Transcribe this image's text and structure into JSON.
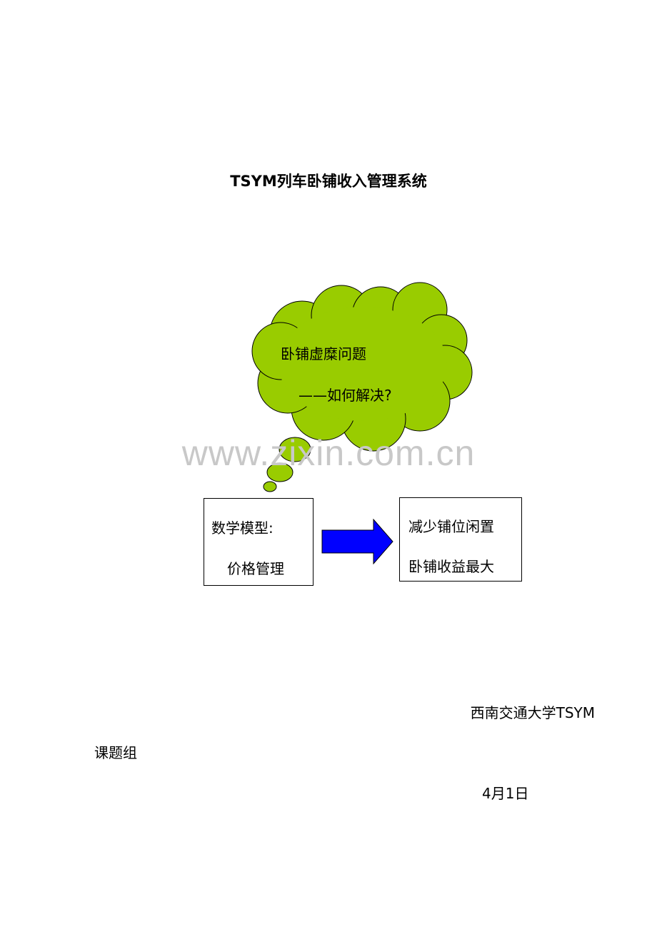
{
  "document": {
    "title": "TSYM列车卧铺收入管理系统",
    "cloud": {
      "line1": "卧铺虚糜问题",
      "line2": "——如何解决?",
      "fill": "#99cc00"
    },
    "left_box": {
      "line1": "数学模型:",
      "line2": "价格管理"
    },
    "right_box": {
      "line1": "减少铺位闲置",
      "line2": "卧铺收益最大"
    },
    "arrow": {
      "icon": "right-arrow-icon",
      "fill": "#0000ff"
    },
    "watermark": "www.zixin.com.cn",
    "footer": {
      "organization": "西南交通大学TSYM",
      "group": "课题组",
      "date": "4月1日"
    }
  }
}
